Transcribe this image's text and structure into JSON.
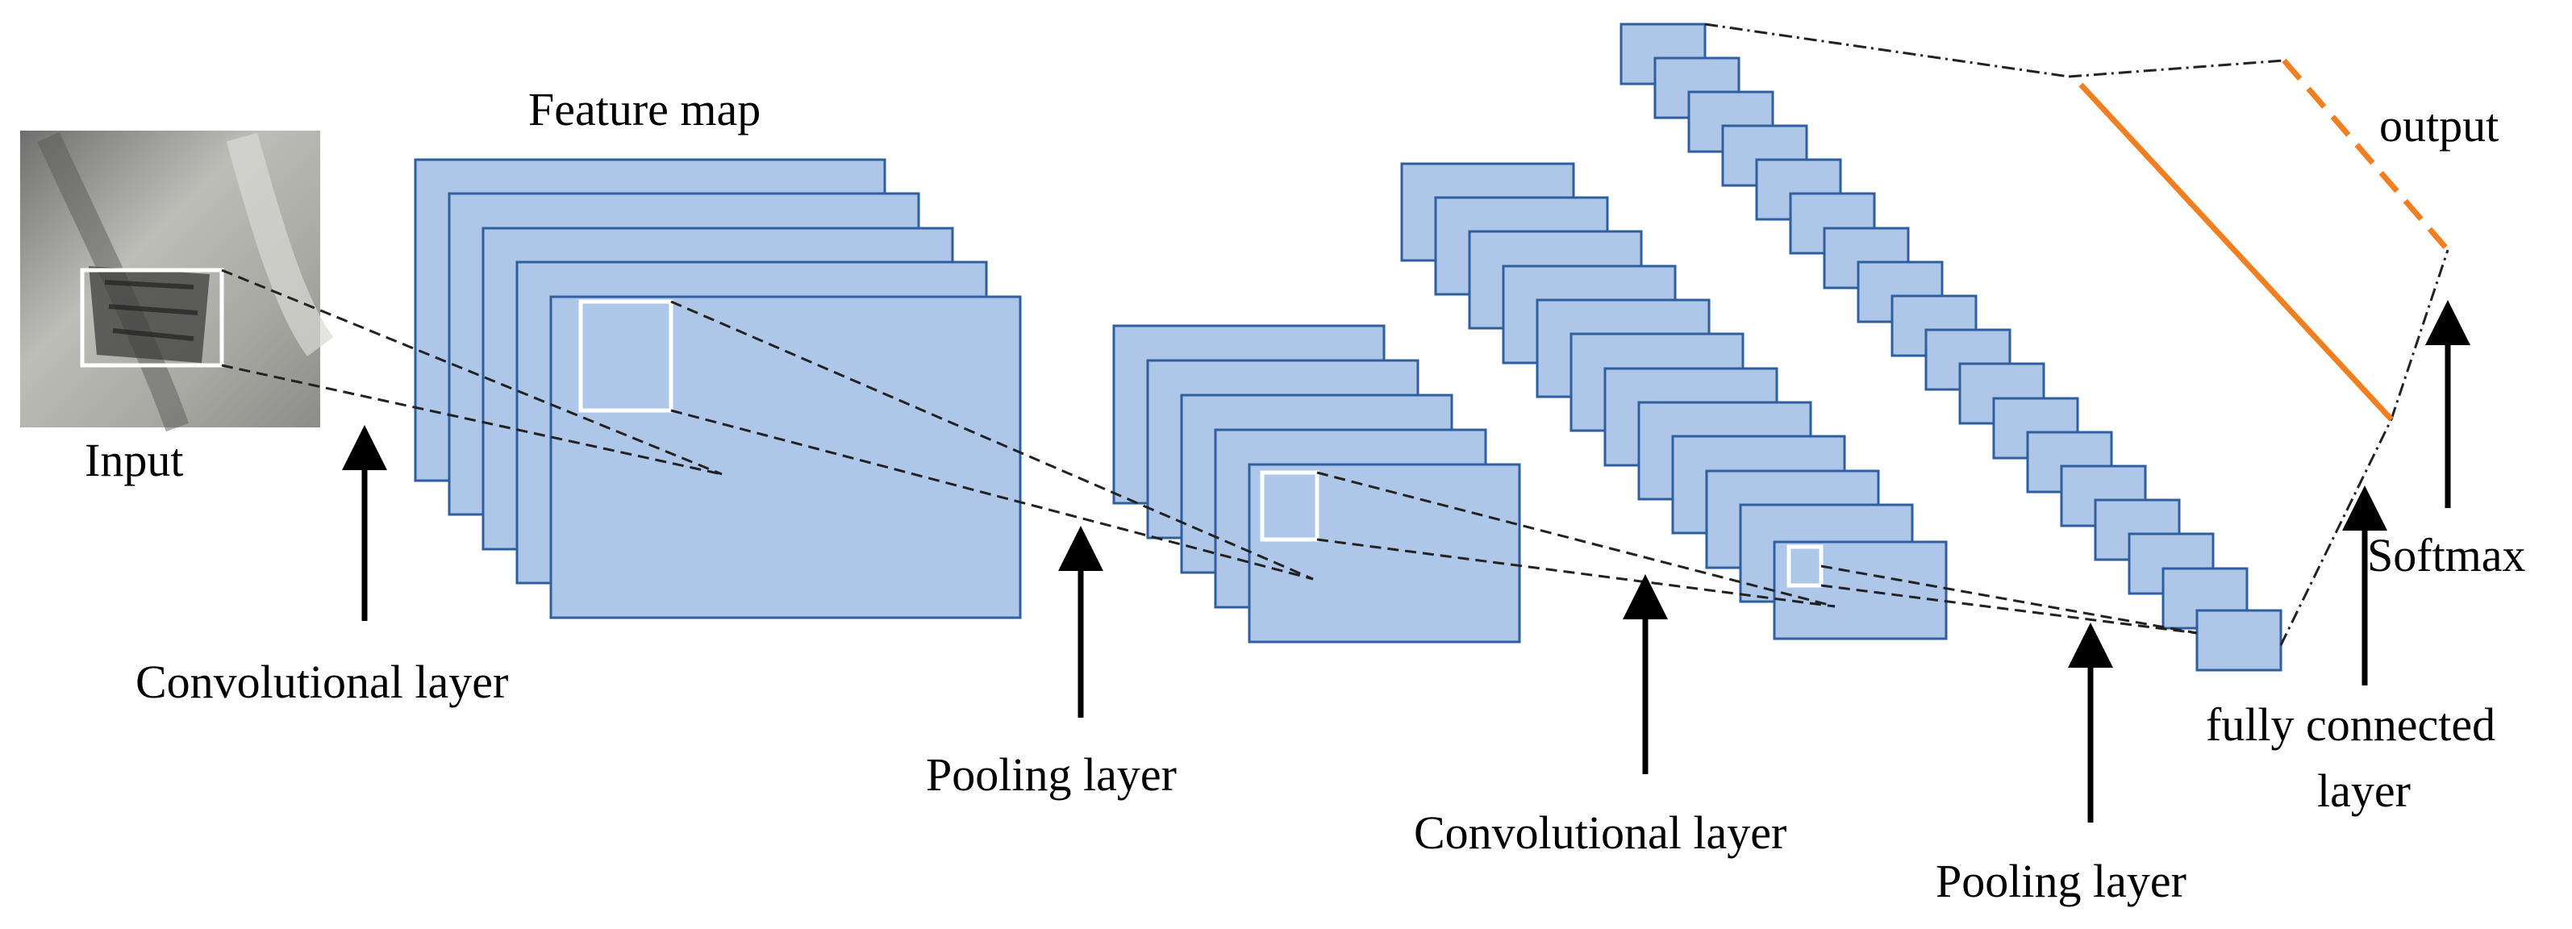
{
  "labels": {
    "input": "Input",
    "feature_map": "Feature map",
    "conv1": "Convolutional layer",
    "pool1": "Pooling layer",
    "conv2": "Convolutional layer",
    "pool2": "Pooling layer",
    "fc_line1": "fully connected",
    "fc_line2": "layer",
    "softmax": "Softmax",
    "output": "output"
  },
  "colors": {
    "feature_map_fill": "#aec6e8",
    "feature_map_stroke": "#2f5f9f",
    "output_line": "#f07f22",
    "highlight_box": "#ffffff"
  },
  "input_image": {
    "description_icon": "input-photo"
  }
}
